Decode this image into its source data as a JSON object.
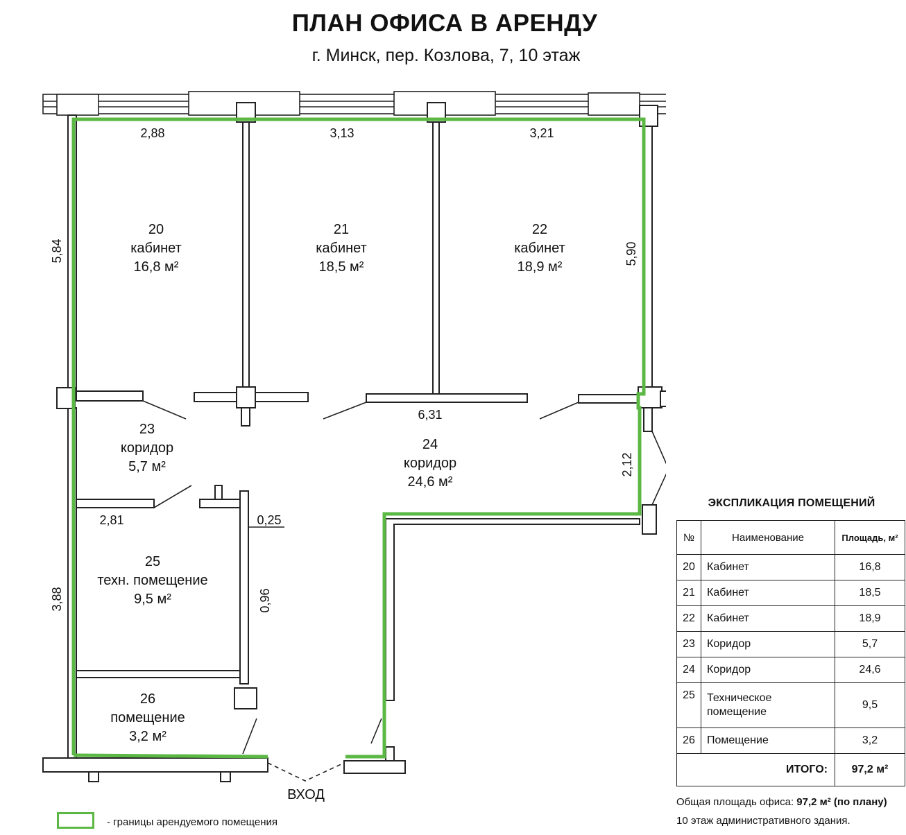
{
  "title": "ПЛАН ОФИСА В АРЕНДУ",
  "subtitle": "г. Минск, пер. Козлова, 7, 10 этаж",
  "colors": {
    "boundary": "#5cb845",
    "walls": "#222222"
  },
  "rooms": [
    {
      "number": "20",
      "name": "кабинет",
      "area": "16,8 м²"
    },
    {
      "number": "21",
      "name": "кабинет",
      "area": "18,5 м²"
    },
    {
      "number": "22",
      "name": "кабинет",
      "area": "18,9 м²"
    },
    {
      "number": "23",
      "name": "коридор",
      "area": "5,7 м²"
    },
    {
      "number": "24",
      "name": "коридор",
      "area": "24,6 м²"
    },
    {
      "number": "25",
      "name": "техн. помещение",
      "area": "9,5 м²"
    },
    {
      "number": "26",
      "name": "помещение",
      "area": "3,2 м²"
    }
  ],
  "dimensions": {
    "room20_width": "2,88",
    "room21_width": "3,13",
    "room22_width": "3,21",
    "left_upper": "5,84",
    "right_upper": "5,90",
    "corridor_width": "6,31",
    "right_step": "2,12",
    "room25_width": "2,81",
    "wall_thickness": "0,25",
    "room25_side": "0,96",
    "left_lower": "3,88"
  },
  "entrance_label": "ВХОД",
  "legend_text": "- границы арендуемого помещения",
  "explication": {
    "title": "ЭКСПЛИКАЦИЯ ПОМЕЩЕНИЙ",
    "headers": {
      "number": "№",
      "name": "Наименование",
      "area": "Площадь, м²"
    },
    "rows": [
      {
        "number": "20",
        "name": "Кабинет",
        "area": "16,8"
      },
      {
        "number": "21",
        "name": "Кабинет",
        "area": "18,5"
      },
      {
        "number": "22",
        "name": "Кабинет",
        "area": "18,9"
      },
      {
        "number": "23",
        "name": "Коридор",
        "area": "5,7"
      },
      {
        "number": "24",
        "name": "Коридор",
        "area": "24,6"
      },
      {
        "number": "25",
        "name": "Техническое помещение",
        "area": "9,5"
      },
      {
        "number": "26",
        "name": "Помещение",
        "area": "3,2"
      }
    ],
    "total_label": "ИТОГО:",
    "total_value": "97,2 м²"
  },
  "notes": {
    "total_prefix": "Общая площадь офиса: ",
    "total_value": "97,2 м² (по плану)",
    "floor_note": "10 этаж административного здания."
  }
}
